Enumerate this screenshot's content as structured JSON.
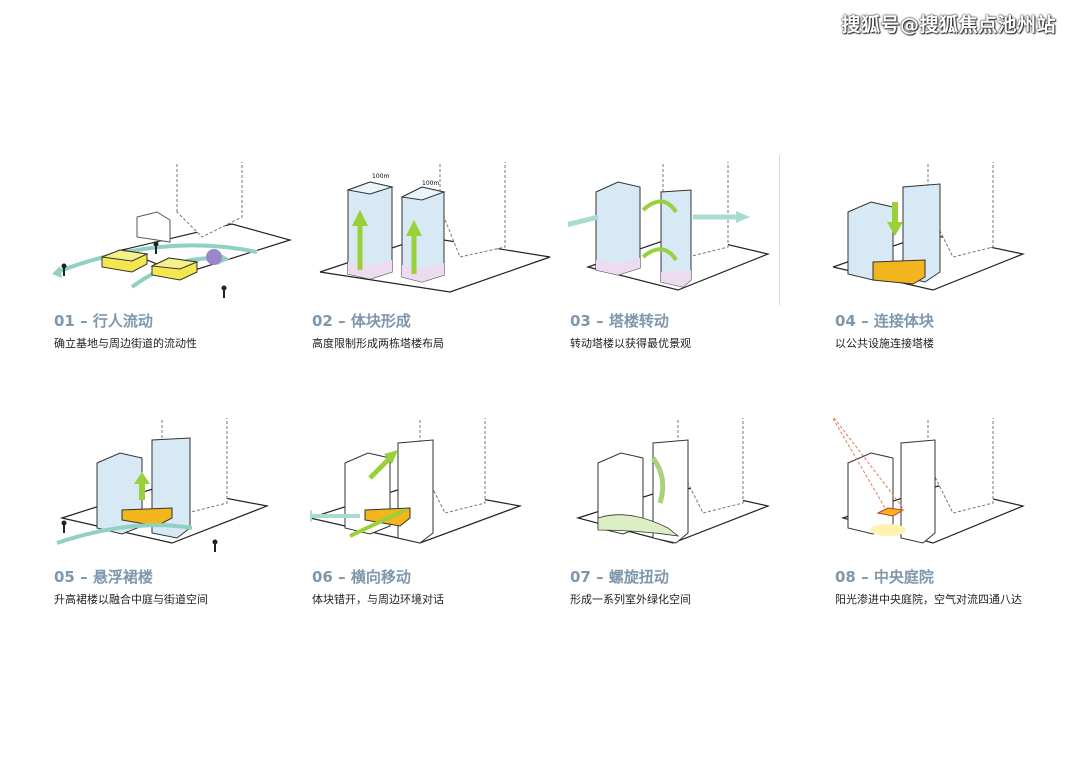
{
  "watermark": "搜狐号@搜狐焦点池州站",
  "colors": {
    "caption": "#7f97ad",
    "tower": "#d6e9f5",
    "podium": "#f3e64f",
    "arrow_teal": "#8fd1c2",
    "arrow_green": "#9ad13b",
    "courtyard": "#f2b51e",
    "sun": "#f0822a"
  },
  "panels": [
    {
      "title": "01 – 行人流动",
      "subtitle": "确立基地与周边街道的流动性"
    },
    {
      "title": "02 – 体块形成",
      "subtitle": "高度限制形成两栋塔楼布局",
      "height_labels": [
        "100m",
        "100m"
      ]
    },
    {
      "title": "03 – 塔楼转动",
      "subtitle": "转动塔楼以获得最优景观"
    },
    {
      "title": "04 – 连接体块",
      "subtitle": "以公共设施连接塔楼"
    },
    {
      "title": "05 – 悬浮裙楼",
      "subtitle": "升高裙楼以融合中庭与街道空间"
    },
    {
      "title": "06 – 横向移动",
      "subtitle": "体块错开，与周边环境对话"
    },
    {
      "title": "07 – 螺旋扭动",
      "subtitle": "形成一系列室外绿化空间"
    },
    {
      "title": "08 – 中央庭院",
      "subtitle": "阳光渗进中央庭院，空气对流四通八达"
    }
  ]
}
